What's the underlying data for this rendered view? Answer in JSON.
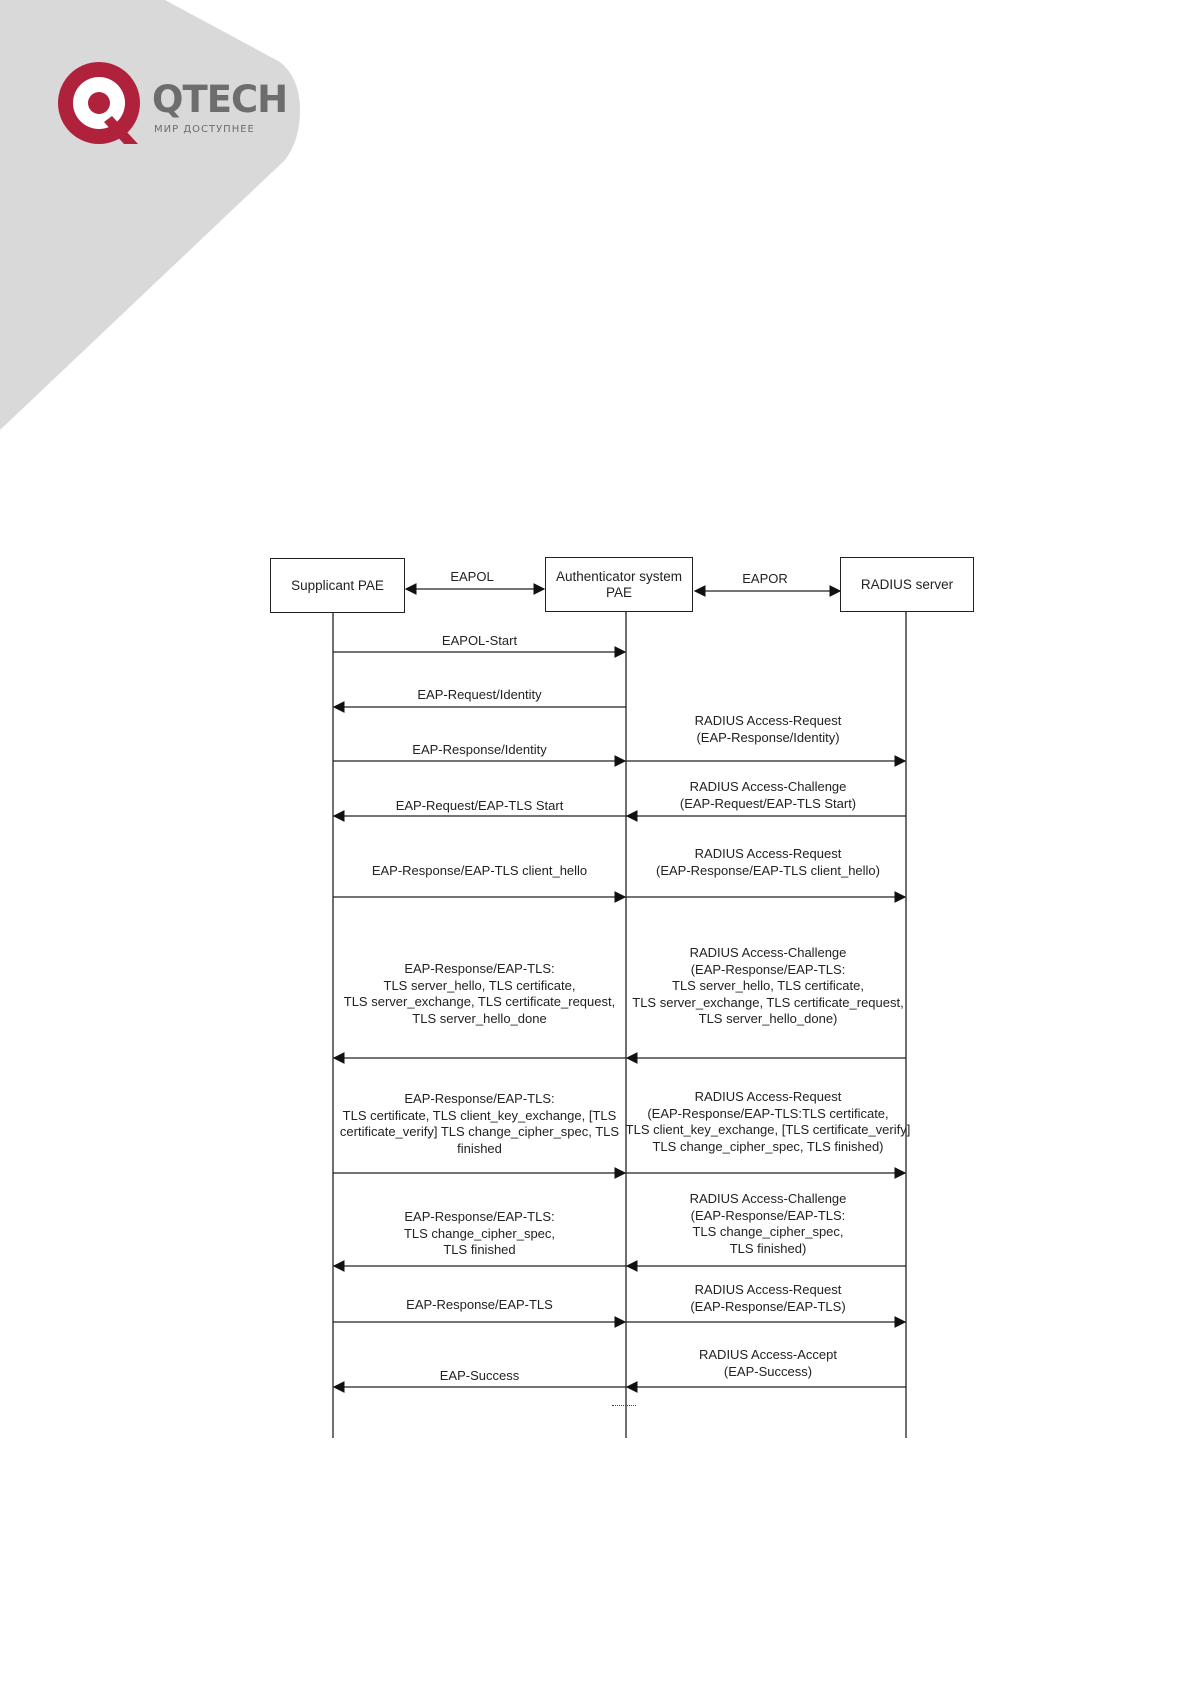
{
  "brand": {
    "name": "QTECH",
    "tagline": "МИР ДОСТУПНЕЕ",
    "colors": {
      "accent": "#b0223c",
      "text": "#6d6d6d",
      "corner": "#d9d9d9"
    }
  },
  "diagram": {
    "entities": {
      "supplicant": "Supplicant PAE",
      "authenticator": "Authenticator system\nPAE",
      "radius": "RADIUS server"
    },
    "links": {
      "eapol": "EAPOL",
      "eapor": "EAPOR"
    },
    "messages": [
      {
        "left": "EAPOL-Start",
        "right": ""
      },
      {
        "left": "EAP-Request/Identity",
        "right": ""
      },
      {
        "left": "EAP-Response/Identity",
        "right": "RADIUS Access-Request\n(EAP-Response/Identity)"
      },
      {
        "left": "EAP-Request/EAP-TLS Start",
        "right": "RADIUS Access-Challenge\n(EAP-Request/EAP-TLS Start)"
      },
      {
        "left": "EAP-Response/EAP-TLS client_hello",
        "right": "RADIUS Access-Request\n(EAP-Response/EAP-TLS client_hello)"
      },
      {
        "left": "EAP-Response/EAP-TLS:\nTLS server_hello, TLS certificate,\nTLS server_exchange, TLS certificate_request,\nTLS server_hello_done",
        "right": "RADIUS Access-Challenge\n(EAP-Response/EAP-TLS:\nTLS server_hello, TLS certificate,\nTLS server_exchange, TLS certificate_request,\nTLS server_hello_done)"
      },
      {
        "left": "EAP-Response/EAP-TLS:\nTLS certificate, TLS client_key_exchange, [TLS\ncertificate_verify] TLS change_cipher_spec, TLS\nfinished",
        "right": "RADIUS Access-Request\n(EAP-Response/EAP-TLS:TLS certificate,\nTLS client_key_exchange, [TLS certificate_verify]\nTLS change_cipher_spec, TLS finished)"
      },
      {
        "left": "EAP-Response/EAP-TLS:\nTLS change_cipher_spec,\nTLS finished",
        "right": "RADIUS Access-Challenge\n(EAP-Response/EAP-TLS:\nTLS change_cipher_spec,\nTLS finished)"
      },
      {
        "left": "EAP-Response/EAP-TLS",
        "right": "RADIUS Access-Request\n(EAP-Response/EAP-TLS)"
      },
      {
        "left": "EAP-Success",
        "right": "RADIUS Access-Accept\n(EAP-Success)"
      }
    ]
  }
}
